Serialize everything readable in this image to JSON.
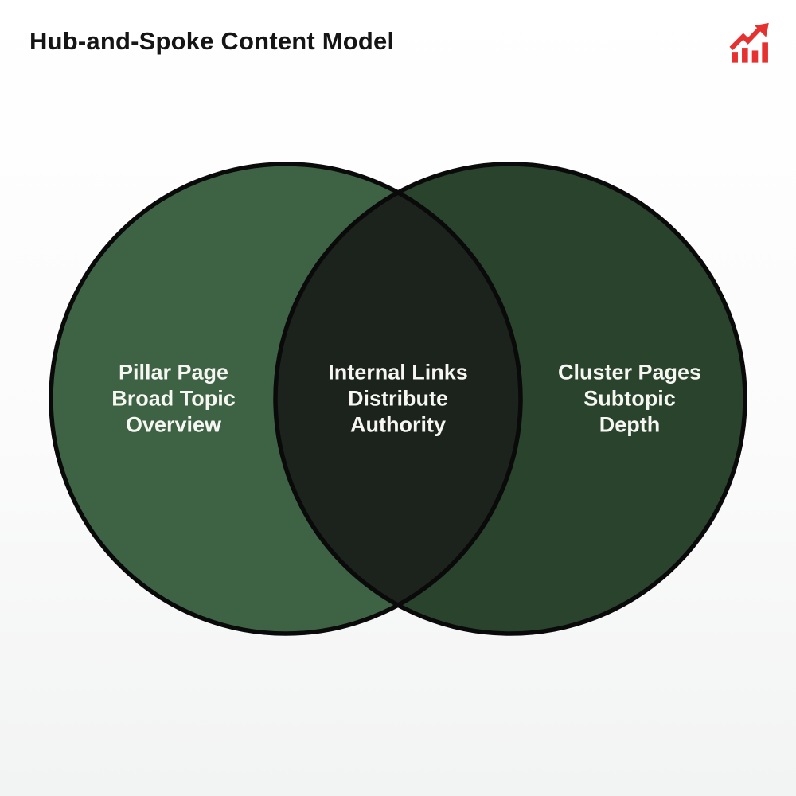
{
  "header": {
    "title": "Hub-and-Spoke Content Model",
    "icon_name": "trending-up-chart-icon",
    "icon_color": "#e53230"
  },
  "venn": {
    "stroke_color": "#0a0a0a",
    "text_color": "#f6f6f2",
    "left_circle": {
      "fill": "#3e6344",
      "label_lines": [
        "Pillar Page",
        "Broad Topic",
        "Overview"
      ]
    },
    "right_circle": {
      "fill": "#2a432d",
      "label_lines": [
        "Cluster Pages",
        "Subtopic",
        "Depth"
      ]
    },
    "intersection": {
      "fill": "#1c221c",
      "label_lines": [
        "Internal Links",
        "Distribute",
        "Authority"
      ]
    }
  }
}
